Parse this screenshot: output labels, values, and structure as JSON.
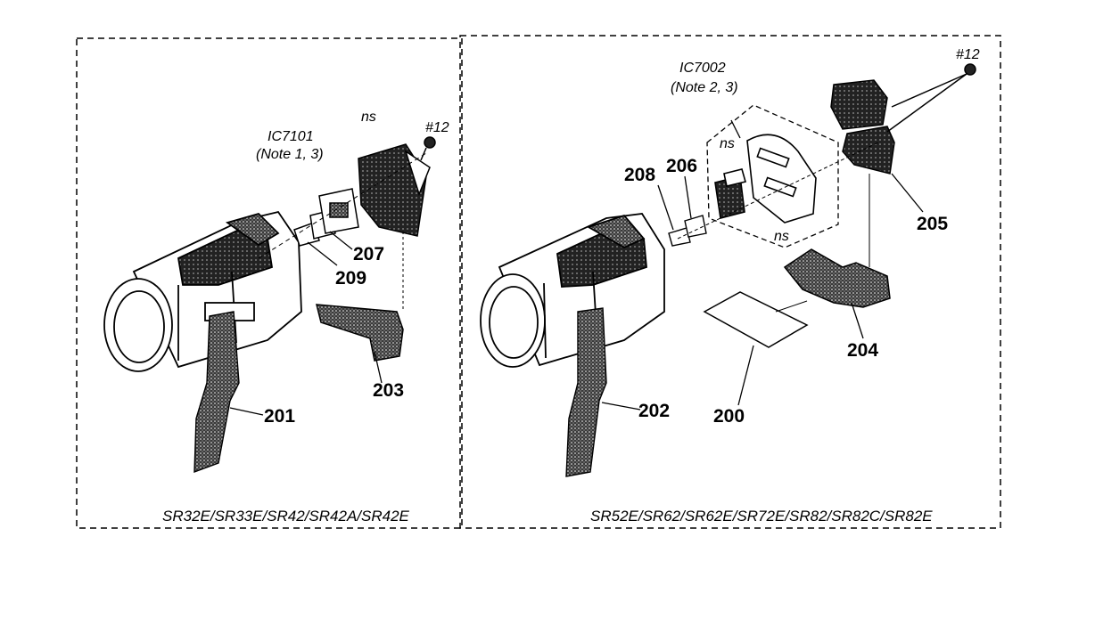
{
  "left_panel": {
    "model_list": "SR32E/SR33E/SR42/SR42A/SR42E",
    "ic_label": "IC7101",
    "ic_note": "(Note 1, 3)",
    "ns": "ns",
    "screw": "#12",
    "parts": {
      "p201": "201",
      "p203": "203",
      "p207": "207",
      "p209": "209"
    }
  },
  "right_panel": {
    "model_list": "SR52E/SR62/SR62E/SR72E/SR82/SR82C/SR82E",
    "ic_label": "IC7002",
    "ic_note": "(Note 2, 3)",
    "ns_upper": "ns",
    "ns_lower": "ns",
    "screw": "#12",
    "parts": {
      "p200": "200",
      "p202": "202",
      "p204": "204",
      "p205": "205",
      "p206": "206",
      "p208": "208"
    }
  },
  "colors": {
    "line": "#000000",
    "fill_dark": "#1a1a1a",
    "hatch": "#555555",
    "background": "#ffffff"
  }
}
